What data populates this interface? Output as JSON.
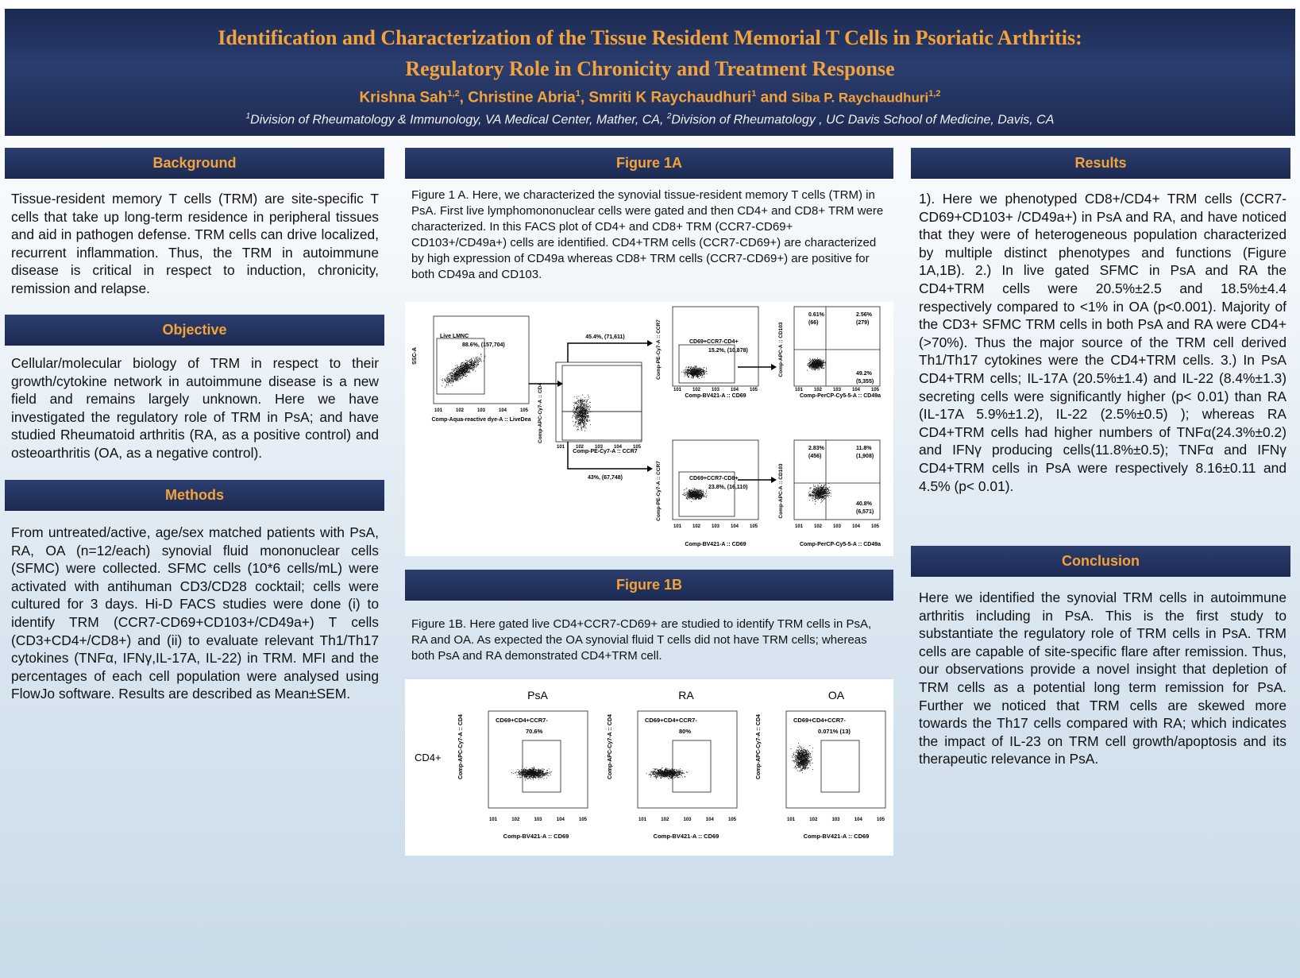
{
  "header": {
    "title_line1": "Identification and Characterization of the Tissue Resident Memorial T Cells in Psoriatic Arthritis:",
    "title_line2": "Regulatory Role in Chronicity and Treatment Response",
    "authors": [
      {
        "name": "Krishna Sah",
        "sup": "1,2",
        "sep": ", "
      },
      {
        "name": "Christine Abria",
        "sup": "1",
        "sep": ", "
      },
      {
        "name": "Smriti K Raychaudhuri",
        "sup": "1",
        "sep": " and "
      },
      {
        "name": "Siba P. Raychaudhuri",
        "sup": "1,2",
        "sep": ""
      }
    ],
    "affil_1_sup": "1",
    "affil_1": "Division of Rheumatology & Immunology, VA Medical Center, Mather, CA, ",
    "affil_2_sup": "2",
    "affil_2": "Division of Rheumatology , UC Davis School of Medicine, Davis, CA"
  },
  "sections": {
    "background": {
      "heading": "Background",
      "text": "Tissue-resident memory T cells (TRM) are site-specific T cells that take up long-term residence in peripheral tissues and aid in pathogen defense. TRM cells can drive localized, recurrent inflammation. Thus, the TRM in autoimmune disease is critical in respect to induction, chronicity, remission and relapse."
    },
    "objective": {
      "heading": "Objective",
      "text": "Cellular/molecular biology of TRM in respect to their growth/cytokine network in autoimmune disease is a new field and remains largely unknown. Here we have investigated the regulatory role of TRM in PsA; and have studied Rheumatoid arthritis (RA, as a positive control) and osteoarthritis (OA, as a negative control)."
    },
    "methods": {
      "heading": "Methods",
      "text": "From untreated/active, age/sex matched patients with PsA, RA, OA (n=12/each) synovial fluid mononuclear cells (SFMC) were collected. SFMC cells (10*6 cells/mL) were activated with antihuman CD3/CD28 cocktail; cells were cultured for 3 days. Hi-D FACS studies were done (i) to identify TRM (CCR7-CD69+CD103+/CD49a+) T cells (CD3+CD4+/CD8+) and (ii) to evaluate relevant Th1/Th17 cytokines (TNFα, IFNγ,IL-17A, IL-22) in TRM. MFI and the percentages of each cell population were analysed using FlowJo software. Results are described as Mean±SEM."
    },
    "fig1a": {
      "heading": "Figure 1A",
      "caption": "Figure 1 A. Here, we characterized the synovial tissue-resident memory T cells (TRM) in PsA. First live lymphomononuclear cells were gated and then CD4+ and CD8+ TRM were characterized. In this FACS plot  of CD4+ and CD8+ TRM (CCR7-CD69+ CD103+/CD49a+) cells are identified. CD4+TRM cells (CCR7-CD69+) are characterized by high expression of CD49a whereas CD8+ TRM cells (CCR7-CD69+) are positive for both CD49a and CD103."
    },
    "fig1b": {
      "heading": "Figure 1B",
      "caption": "Figure 1B. Here gated live CD4+CCR7-CD69+ are studied to identify TRM cells in PsA, RA and OA. As expected the OA synovial fluid T cells did not have TRM cells; whereas both PsA and RA demonstrated CD4+TRM cell."
    },
    "results": {
      "heading": "Results",
      "text": "1). Here we phenotyped CD8+/CD4+ TRM cells (CCR7-CD69+CD103+ /CD49a+) in PsA and RA, and have noticed that they were of heterogeneous population characterized by multiple distinct phenotypes and functions (Figure 1A,1B). 2.) In live gated SFMC in PsA and RA the CD4+TRM cells were 20.5%±2.5 and 18.5%±4.4 respectively compared to <1% in OA (p<0.001). Majority of the CD3+ SFMC TRM cells in both PsA and RA were CD4+ (>70%). Thus the major source of the TRM cell derived Th1/Th17 cytokines were the CD4+TRM cells. 3.) In PsA CD4+TRM cells; IL-17A (20.5%±1.4) and IL-22 (8.4%±1.3) secreting cells were significantly higher (p< 0.01) than RA (IL-17A 5.9%±1.2), IL-22 (2.5%±0.5) ); whereas RA CD4+TRM cells had higher numbers of TNFα(24.3%±0.2) and IFNγ producing cells(11.8%±0.5); TNFα and IFNγ CD4+TRM cells in PsA were respectively 8.16±0.11 and 4.5% (p< 0.01)."
    },
    "conclusion": {
      "heading": "Conclusion",
      "text": "Here we identified the synovial TRM cells in autoimmune arthritis including in PsA. This is the first study to substantiate the regulatory role of TRM cells in PsA. TRM cells are capable of site-specific flare after remission. Thus, our observations provide a novel insight that depletion of TRM cells as a potential long term remission for PsA. Further we noticed that TRM cells are skewed more towards the Th17 cells compared with RA; which indicates the impact of IL-23 on TRM cell growth/apoptosis and its therapeutic relevance in PsA."
    }
  },
  "fig1a_plots": {
    "ticks": [
      "10",
      "10",
      "10",
      "10",
      "10"
    ],
    "tick_exps": [
      "1",
      "2",
      "3",
      "4",
      "5"
    ],
    "p1": {
      "ylabel": "SSC-A",
      "xlabel": "Comp-Aqua-reactive dye-A :: LiveDea",
      "gate": "Live LMNC",
      "pct": "88.6%, (157,704)"
    },
    "p2": {
      "ylabel": "Comp-APC-Cy7-A :: CD4",
      "xlabel": "Comp-PE-Cy7-A :: CCR7",
      "top_label": "45.4%, (71,611)",
      "bottom_label": "43%, (67,748)"
    },
    "p3": {
      "ylabel": "Comp-PE-Cy7-A :: CCR7",
      "xlabel": "Comp-BV421-A :: CD69",
      "gate": "CD69+CCR7-CD4+",
      "pct": "15.2%, (10,878)"
    },
    "p4": {
      "ylabel": "Comp-APC-A :: CD103",
      "xlabel": "Comp-PerCP-Cy5-5-A :: CD49a",
      "ul": "0.61%",
      "ul_n": "(66)",
      "ur": "2.56%",
      "ur_n": "(279)",
      "lr": "49.2%",
      "lr_n": "(5,355)"
    },
    "p5": {
      "ylabel": "Comp-PE-Cy7-A :: CCR7",
      "xlabel": "Comp-BV421-A :: CD69",
      "gate": "CD69+CCR7-CD8+",
      "pct": "23.8%, (16,110)"
    },
    "p6": {
      "ylabel": "Comp-APC-A :: CD103",
      "xlabel": "Comp-PerCP-Cy5-5-A :: CD49a",
      "ul": "2.83%",
      "ul_n": "(456)",
      "ur": "11.8%",
      "ur_n": "(1,908)",
      "lr": "40.8%",
      "lr_n": "(6,571)"
    }
  },
  "fig1b_plots": {
    "row_label": "CD4+",
    "ylabel": "Comp-APC-Cy7-A :: CD4",
    "xlabel": "Comp-BV421-A :: CD69",
    "panels": [
      {
        "title": "PsA",
        "gate": "CD69+CD4+CCR7-",
        "pct": "70.6%"
      },
      {
        "title": "RA",
        "gate": "CD69+CD4+CCR7-",
        "pct": "80%"
      },
      {
        "title": "OA",
        "gate": "CD69+CD4+CCR7-",
        "pct": "0.071% (13)"
      }
    ]
  }
}
